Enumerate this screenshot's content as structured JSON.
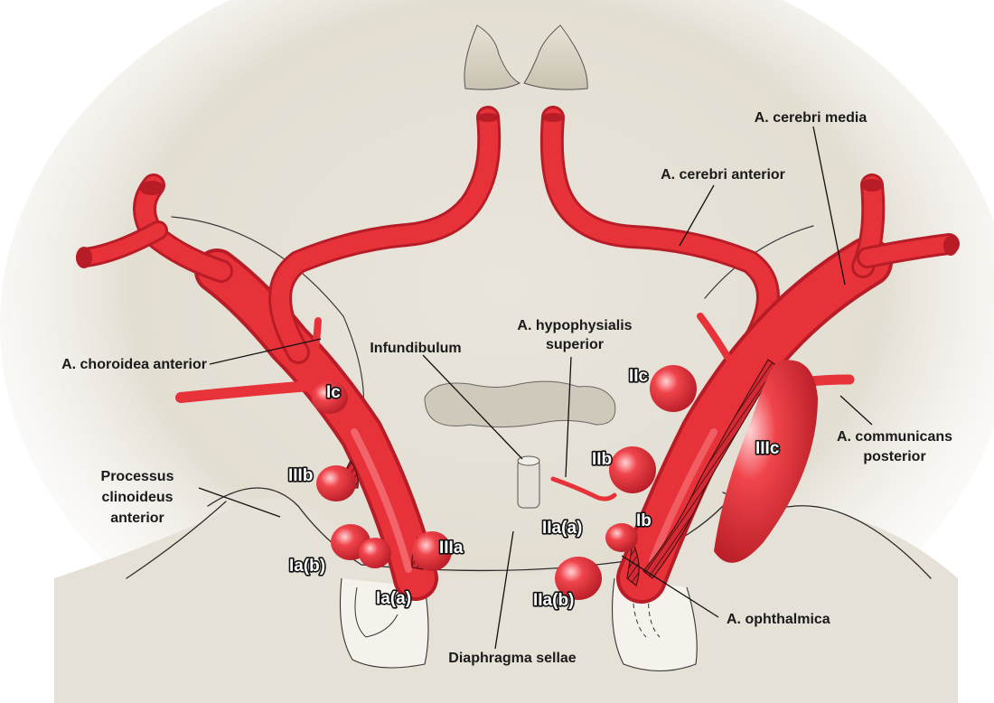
{
  "colors": {
    "artery": "#e8323a",
    "artery_dark": "#b81d27",
    "artery_light": "#f57a7f",
    "bone": "#dcd6c7",
    "tissue": "#ece8df"
  },
  "labels": {
    "cerebri_media": "A. cerebri media",
    "cerebri_anterior": "A. cerebri anterior",
    "hypophysialis_line1": "A. hypophysialis",
    "hypophysialis_line2": "superior",
    "infundibulum": "Infundibulum",
    "choroidea_anterior": "A. choroidea anterior",
    "communicans_line1": "A. communicans",
    "communicans_line2": "posterior",
    "processus_line1": "Processus",
    "processus_line2": "clinoideus",
    "processus_line3": "anterior",
    "ophthalmica": "A. ophthalmica",
    "diaphragma_sellae": "Diaphragma sellae"
  },
  "aneurysm_types": {
    "ic": "Ic",
    "iiib": "IIIb",
    "ia_b": "Ia(b)",
    "ia_a": "Ia(a)",
    "iiia": "IIIa",
    "iic": "IIc",
    "iib": "IIb",
    "iia_a": "IIa(a)",
    "ib": "Ib",
    "iia_b": "IIa(b)",
    "iiic": "IIIc"
  }
}
